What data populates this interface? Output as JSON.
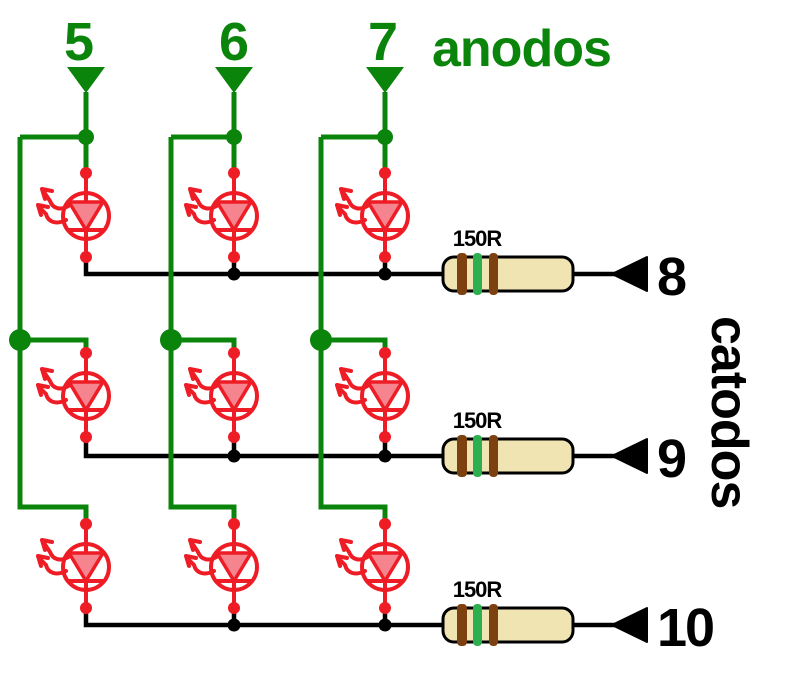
{
  "diagram": {
    "kind": "3x3 LED matrix schematic",
    "anodes": {
      "title": "anodos",
      "pins": [
        "5",
        "6",
        "7"
      ]
    },
    "cathodes": {
      "title": "catodos",
      "pins": [
        "8",
        "9",
        "10"
      ]
    },
    "resistors": [
      {
        "value": "150R"
      },
      {
        "value": "150R"
      },
      {
        "value": "150R"
      }
    ],
    "led_grid": {
      "rows": 3,
      "columns": 3
    }
  },
  "colors": {
    "anode_green": "#0b840b",
    "led_red": "#ee1c25",
    "led_fill_pink": "#f5848f",
    "wire_black": "#000000",
    "resistor_body": "#f0e5b2",
    "band_brown": "#7d400f",
    "band_green": "#2daf4f",
    "text_black": "#000000"
  }
}
